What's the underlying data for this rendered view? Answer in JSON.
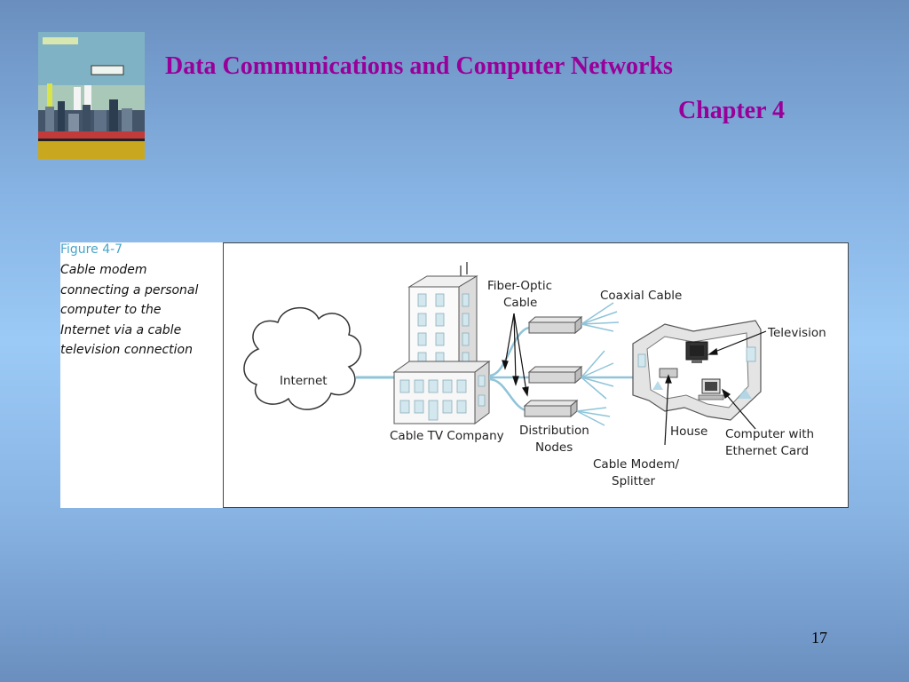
{
  "slide": {
    "title": "Data Communications and Computer Networks",
    "subtitle": "Chapter 4",
    "page_number": "17"
  },
  "figure": {
    "label": "Figure 4-7",
    "caption_lines": [
      "Cable modem",
      "connecting a personal",
      "computer to the",
      "Internet via a cable",
      "television connection"
    ]
  },
  "diagram": {
    "internet": "Internet",
    "cable_tv_company": "Cable TV Company",
    "fiber_optic_line1": "Fiber-Optic",
    "fiber_optic_line2": "Cable",
    "coaxial_cable": "Coaxial Cable",
    "distribution_line1": "Distribution",
    "distribution_line2": "Nodes",
    "television": "Television",
    "house": "House",
    "computer_line1": "Computer with",
    "computer_line2": "Ethernet Card",
    "modem_line1": "Cable Modem/",
    "modem_line2": "Splitter"
  },
  "colors": {
    "title": "#990099",
    "figure_label": "#49a5c9",
    "cable": "#8fc4d9"
  }
}
